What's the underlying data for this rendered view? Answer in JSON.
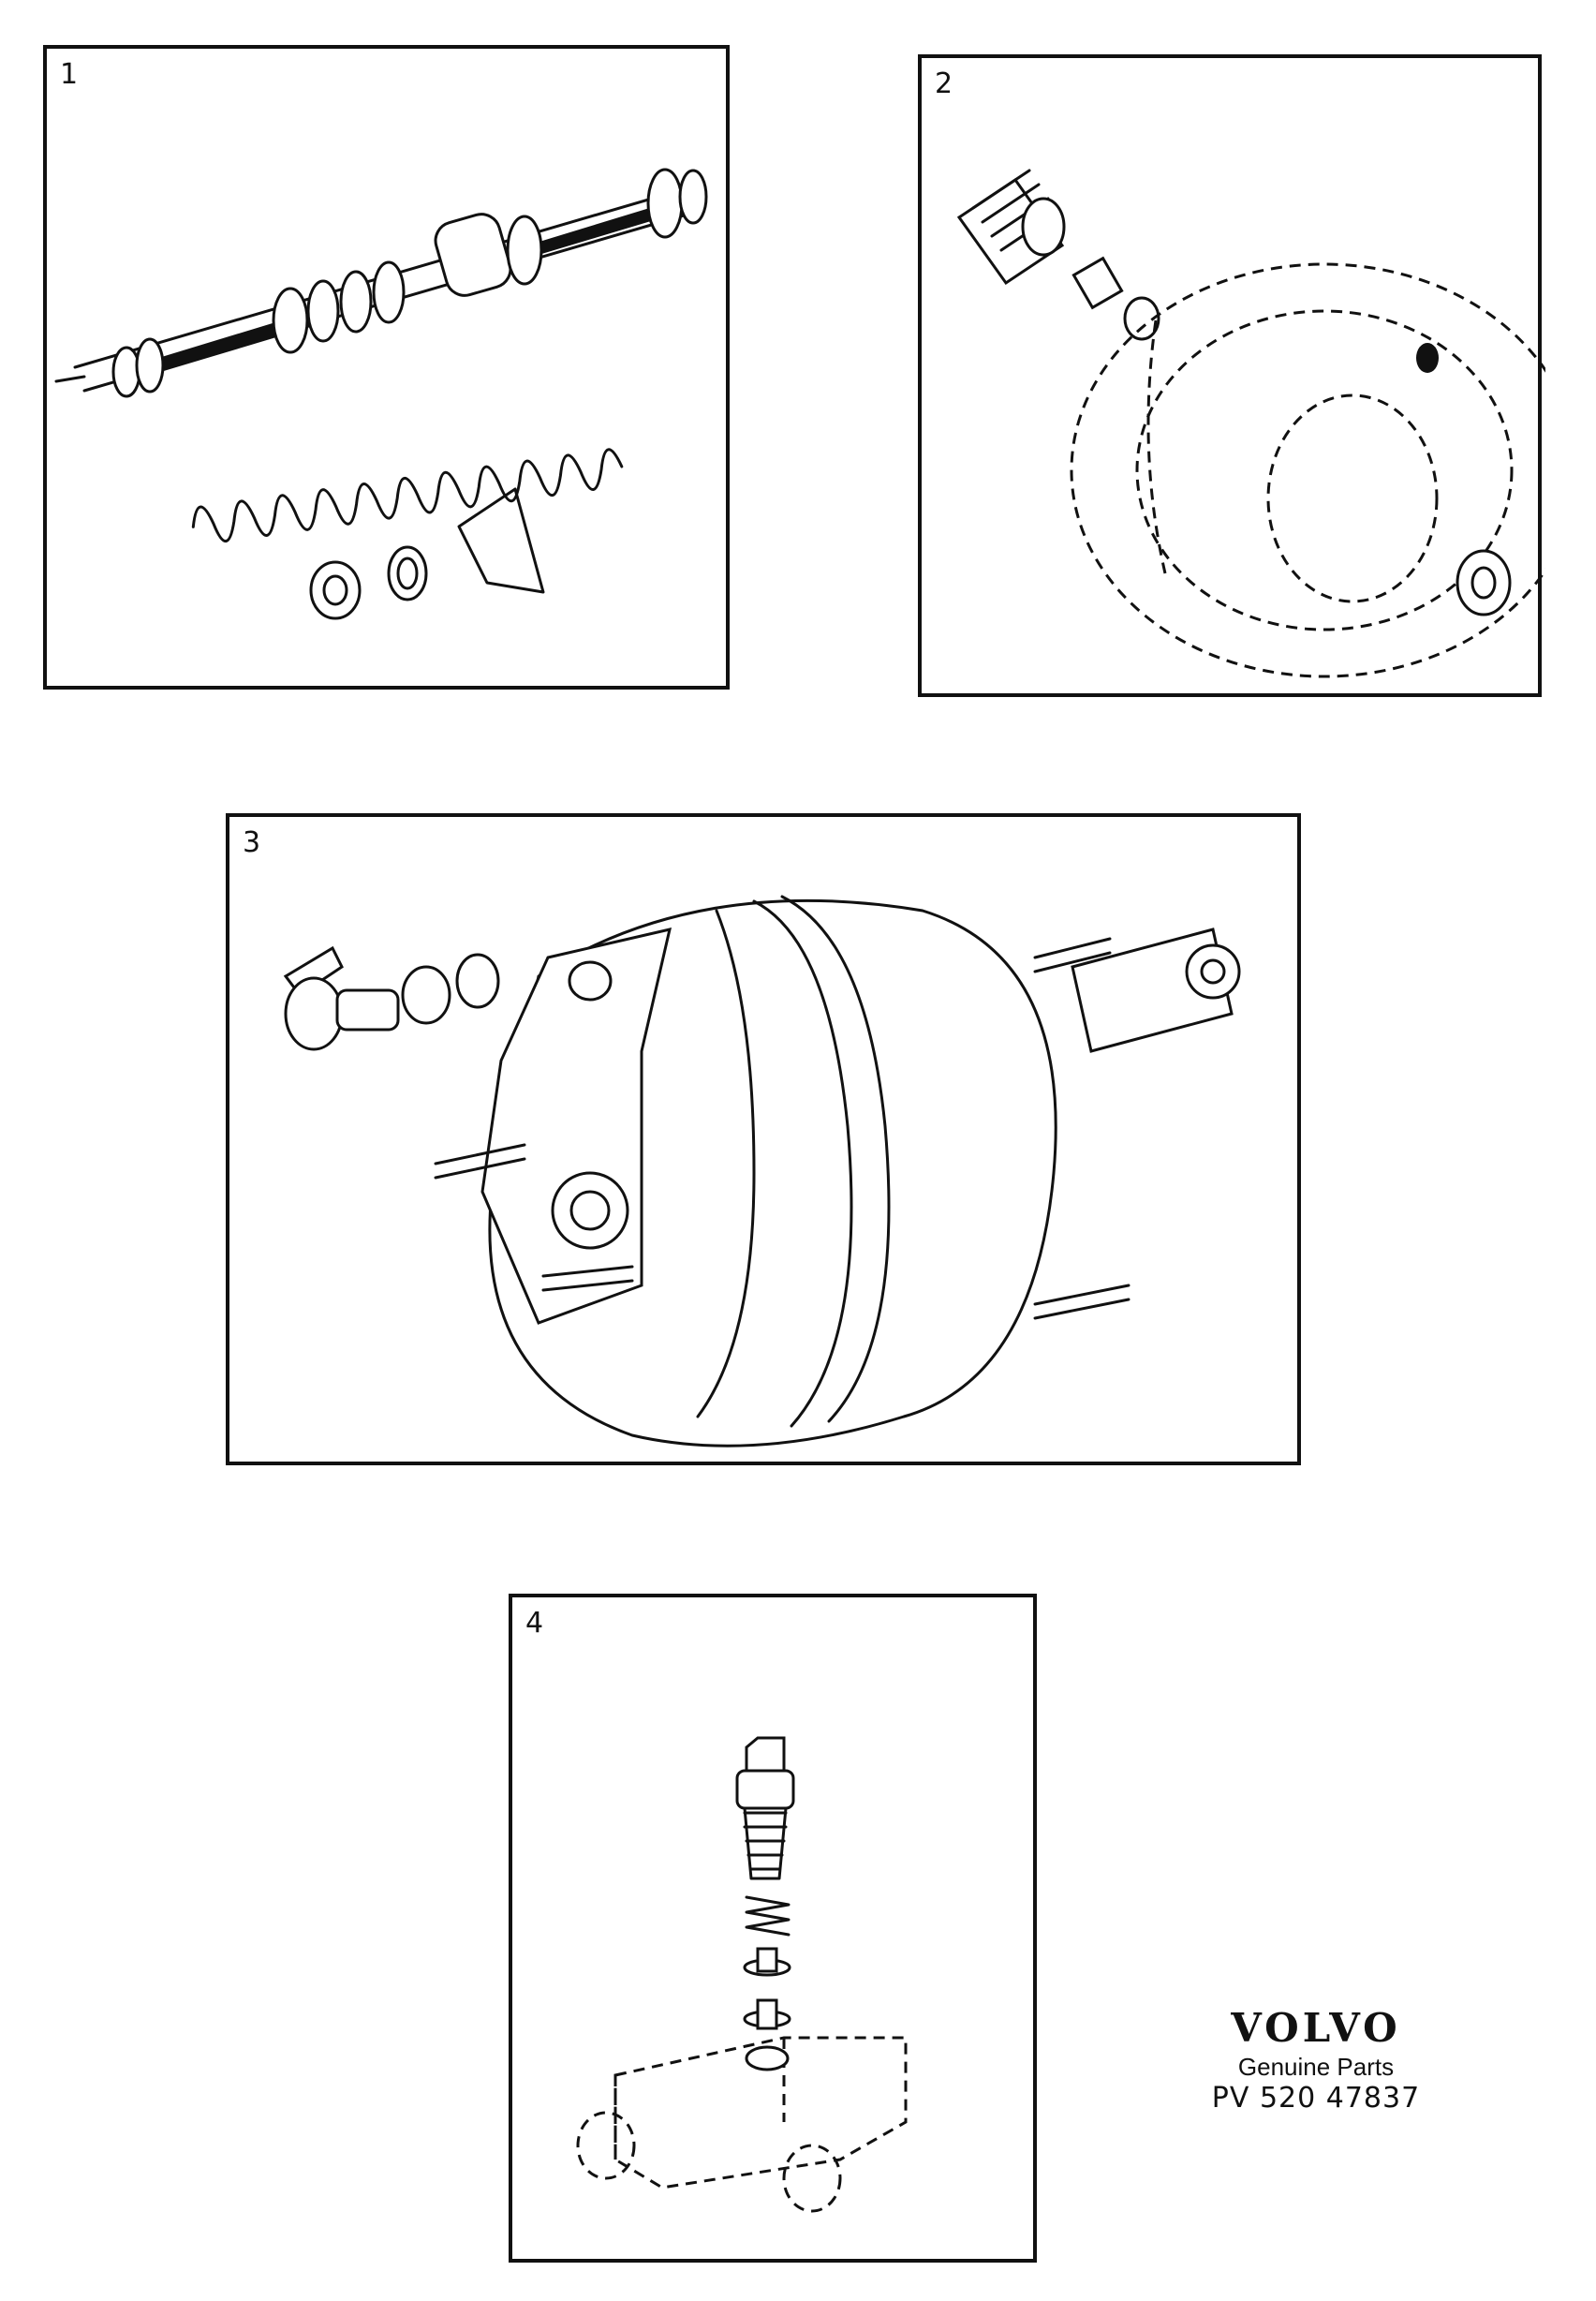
{
  "panels": [
    {
      "id": "p1",
      "number": "1"
    },
    {
      "id": "p2",
      "number": "2"
    },
    {
      "id": "p3",
      "number": "3"
    },
    {
      "id": "p4",
      "number": "4"
    }
  ],
  "brand": {
    "logo": "VOLVO",
    "tagline": "Genuine Parts",
    "part_number": "PV 520  47837"
  }
}
